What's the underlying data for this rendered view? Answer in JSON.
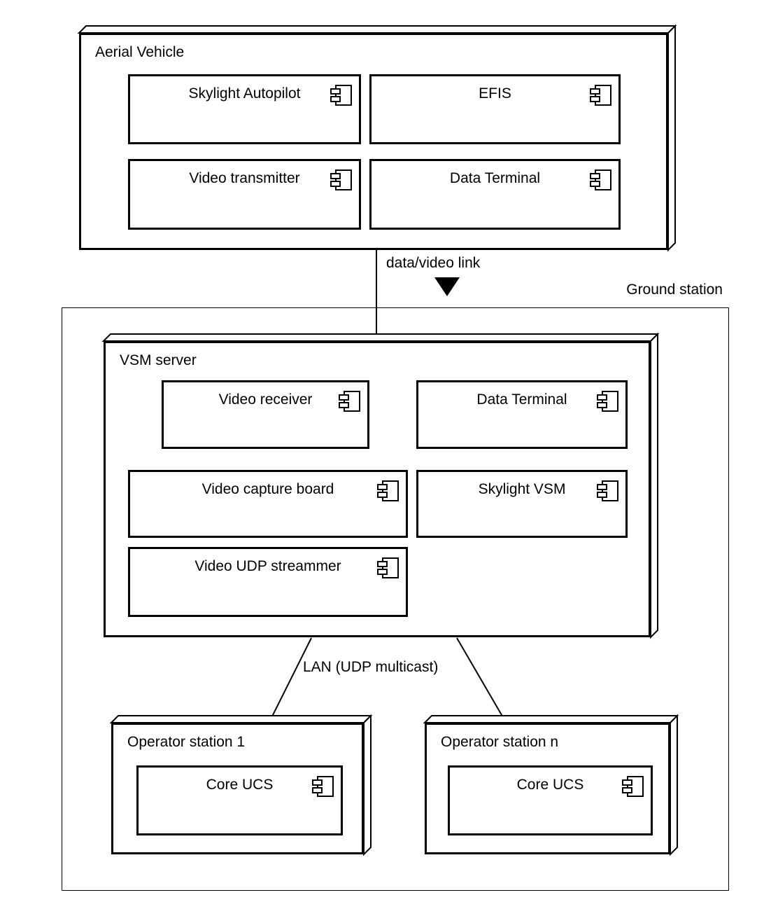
{
  "colors": {
    "background": "#ffffff",
    "line": "#000000"
  },
  "nodes": {
    "aerial_vehicle": {
      "title": "Aerial Vehicle",
      "components": [
        {
          "label": "Skylight Autopilot",
          "icon": "uml-component"
        },
        {
          "label": "EFIS",
          "icon": "uml-component"
        },
        {
          "label": "Video transmitter",
          "icon": "uml-component"
        },
        {
          "label": "Data Terminal",
          "icon": "uml-component"
        }
      ]
    },
    "ground_station": {
      "title": "Ground station"
    },
    "vsm_server": {
      "title": "VSM server",
      "components": [
        {
          "label": "Video receiver",
          "icon": "uml-component"
        },
        {
          "label": "Data Terminal",
          "icon": "uml-component"
        },
        {
          "label": "Video capture board",
          "icon": "uml-component"
        },
        {
          "label": "Skylight VSM",
          "icon": "uml-component"
        },
        {
          "label": "Video UDP streammer",
          "icon": "uml-component"
        }
      ]
    },
    "operator_station_1": {
      "title": "Operator station 1",
      "components": [
        {
          "label": "Core UCS",
          "icon": "uml-component"
        }
      ]
    },
    "operator_station_n": {
      "title": "Operator station n",
      "components": [
        {
          "label": "Core UCS",
          "icon": "uml-component"
        }
      ]
    }
  },
  "connections": {
    "data_video_link": {
      "label": "data/video link",
      "arrow": "filled-triangle-down",
      "from": "Aerial Vehicle",
      "to": "VSM server"
    },
    "lan": {
      "label": "LAN (UDP multicast)",
      "from": "VSM server",
      "to": [
        "Operator station 1",
        "Operator station n"
      ]
    }
  }
}
